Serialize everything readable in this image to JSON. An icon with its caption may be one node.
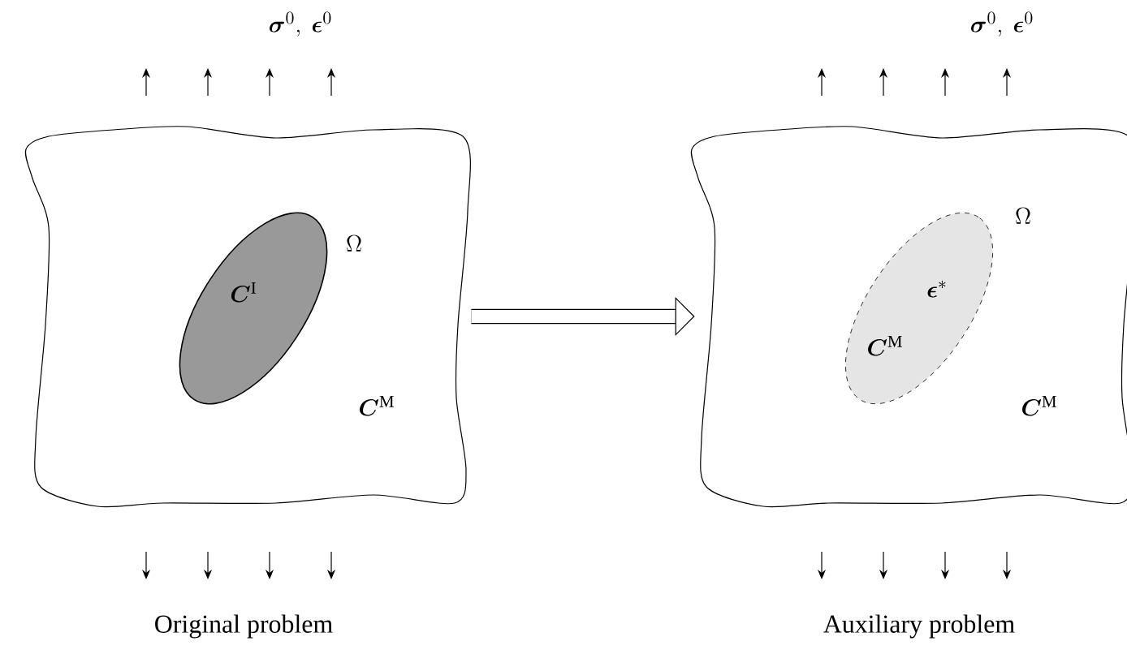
{
  "diagram": {
    "nodes": [
      {
        "text": [
          "\\boldsymbol{C}^{\\mathrm{M}}"
        ]
      },
      {
        "text": [
          "\\boldsymbol{C}^{\\mathrm{I}}"
        ],
        "beside": [
          "\\Omega"
        ],
        "in": 0
      },
      {
        "text": [
          "\\boldsymbol{C}^{\\mathrm{M}}"
        ]
      },
      {
        "text": [
          "\\boldsymbol{\\epsilon}^{*}",
          "\\boldsymbol{C}^{\\mathrm{M}}"
        ],
        "beside": [
          "\\Omega"
        ],
        "in": 2
      }
    ],
    "edges": [
      {
        "from": 0,
        "to": 2,
        "arrow": "to"
      }
    ],
    "labels": [
      "\\boldsymbol{\\sigma}^{0},\\ \\boldsymbol{\\epsilon}^{0}",
      "\\boldsymbol{\\sigma}^{0},\\ \\boldsymbol{\\epsilon}^{0}",
      "Original problem",
      "Auxiliary problem"
    ]
  }
}
